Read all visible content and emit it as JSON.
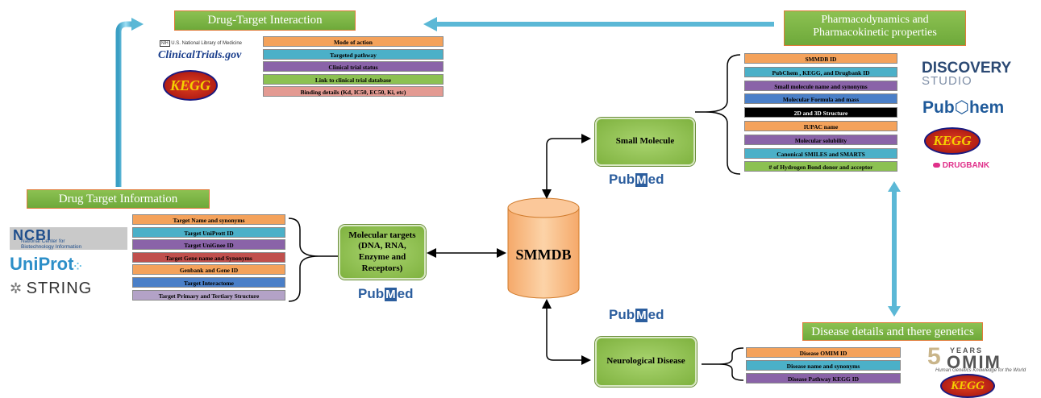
{
  "headers": {
    "drug_target_interaction": "Drug-Target Interaction",
    "pharmaco": "Pharmacodynamics and Pharmacokinetic properties",
    "drug_target_information": "Drug Target Information",
    "disease_details": "Disease details and there genetics"
  },
  "center": {
    "label": "SMMDB"
  },
  "nodes": {
    "molecular_targets": "Molecular targets (DNA, RNA, Enzyme and Receptors)",
    "small_molecule": "Small Molecule",
    "neurological_disease": "Neurological Disease"
  },
  "pubmed": {
    "text_left": "Pub",
    "box": "M",
    "text_right": "ed"
  },
  "interaction_bars": [
    {
      "label": "Mode of action",
      "color": "#f4a25b"
    },
    {
      "label": "Targeted pathway",
      "color": "#4bb0c8"
    },
    {
      "label": "Clinical trial status",
      "color": "#8a63a8"
    },
    {
      "label": "Link to clinical trial database",
      "color": "#8cc152"
    },
    {
      "label": "Binding details (Kd, IC50, EC50, Ki, etc)",
      "color": "#e39a92"
    }
  ],
  "small_molecule_bars": [
    {
      "label": "SMMDB ID",
      "color": "#f4a25b"
    },
    {
      "label": "PubChem , KEGG, and Drugbank ID",
      "color": "#4bb0c8"
    },
    {
      "label": "Small molecule name and synonyms",
      "color": "#8a63a8"
    },
    {
      "label": "Molecular Formula and mass",
      "color": "#4a7fc8"
    },
    {
      "label": "2D and 3D Structure",
      "color": "#000000",
      "text_color": "#ffffff"
    },
    {
      "label": "IUPAC name",
      "color": "#f4a25b"
    },
    {
      "label": "Molecular solubility",
      "color": "#8a63a8"
    },
    {
      "label": "Canonical SMILES and SMARTS",
      "color": "#4bb0c8"
    },
    {
      "label": "# of Hydrogen Bond donor and acceptor",
      "color": "#8cc152"
    }
  ],
  "target_bars": [
    {
      "label": "Target Name and synonyms",
      "color": "#f4a25b"
    },
    {
      "label": "Target UniPrott ID",
      "color": "#4bb0c8"
    },
    {
      "label": "Target UniGnee ID",
      "color": "#8a63a8"
    },
    {
      "label": "Target Gene name and Synonyms",
      "color": "#c0504d"
    },
    {
      "label": "Genbank and Gene ID",
      "color": "#f4a25b"
    },
    {
      "label": "Target Interactome",
      "color": "#4a7fc8"
    },
    {
      "label": "Target Primary and Tertiary Structure",
      "color": "#b3a2c7"
    }
  ],
  "disease_bars": [
    {
      "label": "Disease OMIM ID",
      "color": "#f4a25b"
    },
    {
      "label": "Disease name and synonyms",
      "color": "#4bb0c8"
    },
    {
      "label": "Disease Pathway KEGG ID",
      "color": "#8a63a8"
    }
  ],
  "logos": {
    "nlm": "U.S. National Library of Medicine",
    "clinicaltrials": "ClinicalTrials.gov",
    "kegg": "KEGG",
    "ncbi_title": "NCBI",
    "ncbi_sub1": "National Center for",
    "ncbi_sub2": "Biotechnology Information",
    "uniprot": "UniProt",
    "string": "STRING",
    "discovery": "DISCOVERY",
    "studio": "STUDIO",
    "pubchem_left": "Pub",
    "pubchem_right": "hem",
    "drugbank": "DRUGBANK",
    "omim_years": "YEARS",
    "omim": "OMIM",
    "omim_sub": "Human Genetics Knowledge for the World"
  },
  "colors": {
    "arrow_blue": "#5bb8d6",
    "header_green": "#7cb342",
    "header_border": "#e07b39",
    "cylinder_orange": "#f9c08c"
  }
}
